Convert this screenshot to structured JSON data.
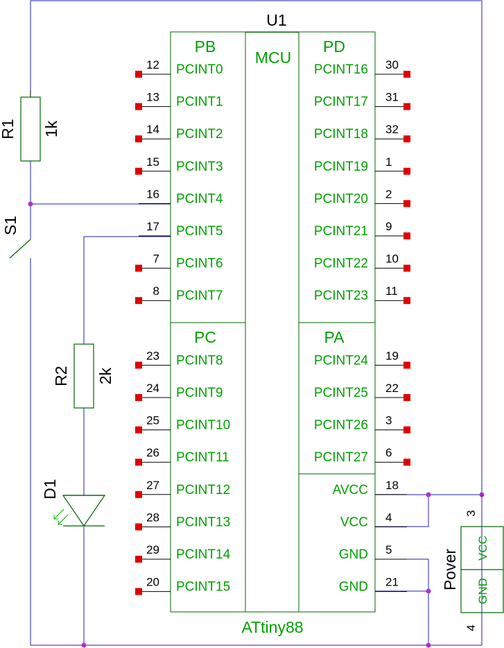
{
  "colors": {
    "wire": "#2020b0",
    "body": "#006400",
    "pin_label": "#00a000",
    "nc_marker": "#e00000",
    "junction": "#b030d0"
  },
  "mcu": {
    "ref": "U1",
    "value": "ATtiny88",
    "center_label": "MCU",
    "ports": {
      "PB": {
        "name": "PB",
        "pins": [
          {
            "label": "PCINT0",
            "num": "12"
          },
          {
            "label": "PCINT1",
            "num": "13"
          },
          {
            "label": "PCINT2",
            "num": "14"
          },
          {
            "label": "PCINT3",
            "num": "15"
          },
          {
            "label": "PCINT4",
            "num": "16"
          },
          {
            "label": "PCINT5",
            "num": "17"
          },
          {
            "label": "PCINT6",
            "num": "7"
          },
          {
            "label": "PCINT7",
            "num": "8"
          }
        ]
      },
      "PC": {
        "name": "PC",
        "pins": [
          {
            "label": "PCINT8",
            "num": "23"
          },
          {
            "label": "PCINT9",
            "num": "24"
          },
          {
            "label": "PCINT10",
            "num": "25"
          },
          {
            "label": "PCINT11",
            "num": "26"
          },
          {
            "label": "PCINT12",
            "num": "27"
          },
          {
            "label": "PCINT13",
            "num": "28"
          },
          {
            "label": "PCINT14",
            "num": "29"
          },
          {
            "label": "PCINT15",
            "num": "20"
          }
        ]
      },
      "PD": {
        "name": "PD",
        "pins": [
          {
            "label": "PCINT16",
            "num": "30"
          },
          {
            "label": "PCINT17",
            "num": "31"
          },
          {
            "label": "PCINT18",
            "num": "32"
          },
          {
            "label": "PCINT19",
            "num": "1"
          },
          {
            "label": "PCINT20",
            "num": "2"
          },
          {
            "label": "PCINT21",
            "num": "9"
          },
          {
            "label": "PCINT22",
            "num": "10"
          },
          {
            "label": "PCINT23",
            "num": "11"
          }
        ]
      },
      "PA": {
        "name": "PA",
        "pins": [
          {
            "label": "PCINT24",
            "num": "19"
          },
          {
            "label": "PCINT25",
            "num": "22"
          },
          {
            "label": "PCINT26",
            "num": "3"
          },
          {
            "label": "PCINT27",
            "num": "6"
          }
        ]
      },
      "power": [
        {
          "label": "AVCC",
          "num": "18"
        },
        {
          "label": "VCC",
          "num": "4"
        },
        {
          "label": "GND",
          "num": "5"
        },
        {
          "label": "GND",
          "num": "21"
        }
      ]
    }
  },
  "r1": {
    "ref": "R1",
    "value": "1k"
  },
  "r2": {
    "ref": "R2",
    "value": "2k"
  },
  "s1": {
    "ref": "S1"
  },
  "d1": {
    "ref": "D1"
  },
  "power_conn": {
    "ref": "Pover",
    "pins": [
      {
        "label": "VCC",
        "num": "3"
      },
      {
        "label": "GND",
        "num": "4"
      }
    ]
  }
}
